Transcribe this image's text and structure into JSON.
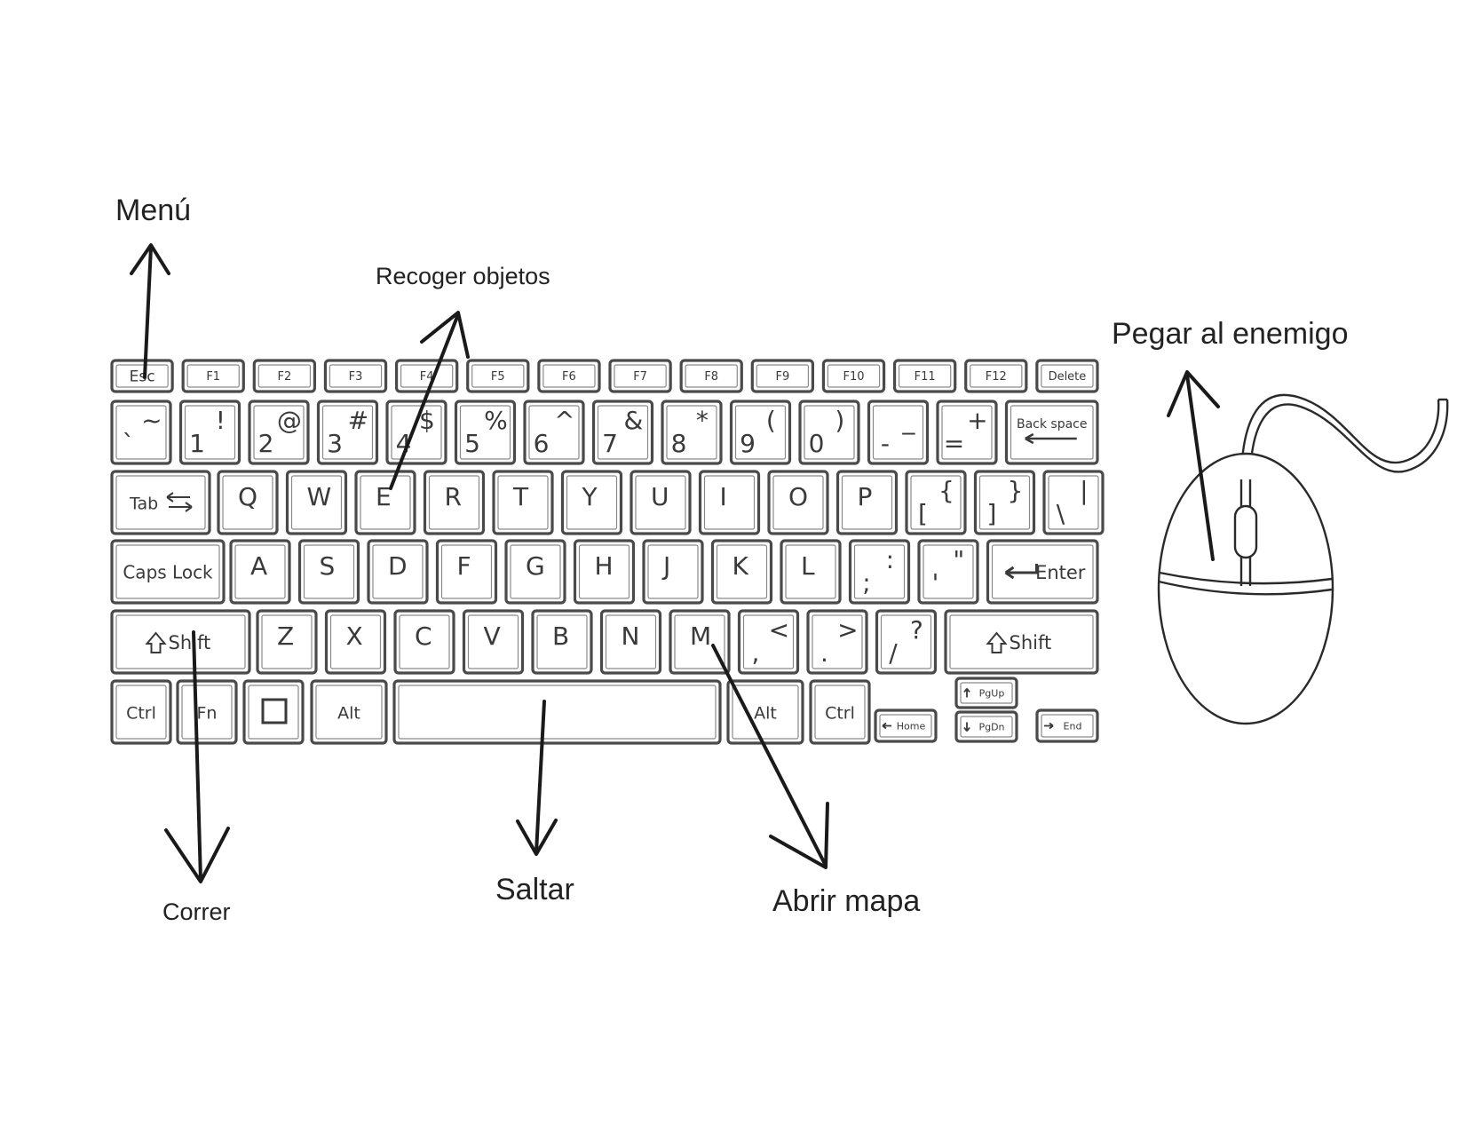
{
  "labels": {
    "menu": "Menú",
    "recoger": "Recoger objetos",
    "pegar": "Pegar al enemigo",
    "correr": "Correr",
    "saltar": "Saltar",
    "abrir_mapa": "Abrir mapa"
  },
  "keyboard": {
    "function_row": [
      "Esc",
      "F1",
      "F2",
      "F3",
      "F4",
      "F5",
      "F6",
      "F7",
      "F8",
      "F9",
      "F10",
      "F11",
      "F12",
      "Delete"
    ],
    "number_row": [
      {
        "main": "1",
        "shift": "!"
      },
      {
        "main": "2",
        "shift": "@"
      },
      {
        "main": "3",
        "shift": "#"
      },
      {
        "main": "4",
        "shift": "$"
      },
      {
        "main": "5",
        "shift": "%"
      },
      {
        "main": "6",
        "shift": "^"
      },
      {
        "main": "7",
        "shift": "&"
      },
      {
        "main": "8",
        "shift": "*"
      },
      {
        "main": "9",
        "shift": "("
      },
      {
        "main": "0",
        "shift": ")"
      },
      {
        "main": "-",
        "shift": "_"
      },
      {
        "main": "=",
        "shift": "+"
      }
    ],
    "tilde": {
      "main": "`",
      "shift": "~"
    },
    "backspace": "Back space",
    "tab": "Tab",
    "top_letters": [
      "Q",
      "W",
      "E",
      "R",
      "T",
      "Y",
      "U",
      "I",
      "O",
      "P"
    ],
    "top_symbols": [
      {
        "main": "[",
        "shift": "{"
      },
      {
        "main": "]",
        "shift": "}"
      },
      {
        "main": "\\",
        "shift": "|"
      }
    ],
    "caps_lock": "Caps Lock",
    "home_letters": [
      "A",
      "S",
      "D",
      "F",
      "G",
      "H",
      "J",
      "K",
      "L"
    ],
    "home_symbols": [
      {
        "main": ";",
        "shift": ":"
      },
      {
        "main": "'",
        "shift": "\""
      }
    ],
    "enter": "Enter",
    "shift": "Shift",
    "bottom_letters": [
      "Z",
      "X",
      "C",
      "V",
      "B",
      "N",
      "M"
    ],
    "bottom_symbols": [
      {
        "main": ",",
        "shift": "<"
      },
      {
        "main": ".",
        "shift": ">"
      },
      {
        "main": "/",
        "shift": "?"
      }
    ],
    "ctrl": "Ctrl",
    "fn": "Fn",
    "alt": "Alt",
    "pgup": "PgUp",
    "pgdn": "PgDn",
    "home": "Home",
    "end": "End"
  },
  "colors": {
    "key_border": "#4a4a4a",
    "arrow": "#1a1a1a",
    "text": "#222222"
  }
}
